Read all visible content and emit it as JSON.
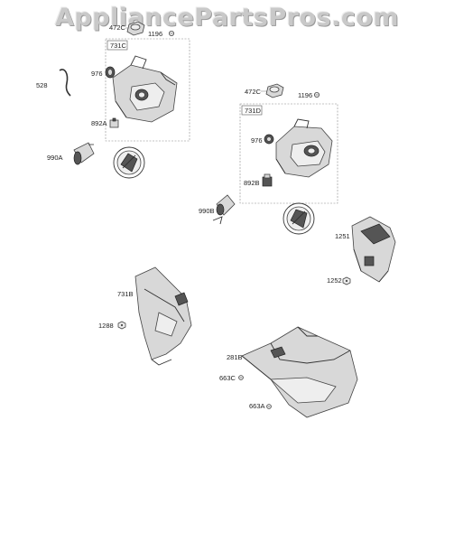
{
  "watermark": "AppliancePartsPros.com",
  "callouts": {
    "c472c_top": "472C",
    "c1196_top": "1196",
    "c731c": "731C",
    "c528": "528",
    "c976_left": "976",
    "c892a": "892A",
    "c990a": "990A",
    "c472c_right": "472C",
    "c1196_right": "1196",
    "c731d": "731D",
    "c976_right": "976",
    "c892b": "892B",
    "c990b": "990B",
    "c1251": "1251",
    "c1252": "1252",
    "c731b": "731B",
    "c1288": "1288",
    "c281b": "281B",
    "c663c": "663C",
    "c663a": "663A"
  }
}
